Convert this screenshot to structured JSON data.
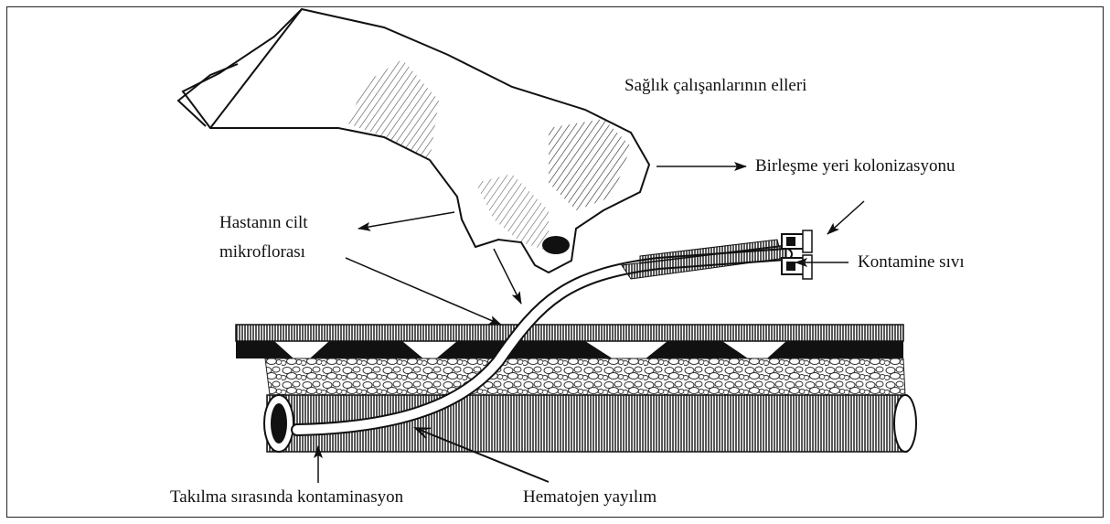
{
  "labels": {
    "hands": "Sağlık çalışanlarının elleri",
    "hub": "Birleşme yeri kolonizasyonu",
    "skin_line1": "Hastanın cilt",
    "skin_line2": "mikroflorası",
    "fluid": "Kontamine sıvı",
    "insertion": "Takılma sırasında kontaminasyon",
    "hematogenous": "Hematojen yayılım"
  },
  "colors": {
    "ink": "#111111",
    "frame": "#222222",
    "background": "#ffffff"
  }
}
